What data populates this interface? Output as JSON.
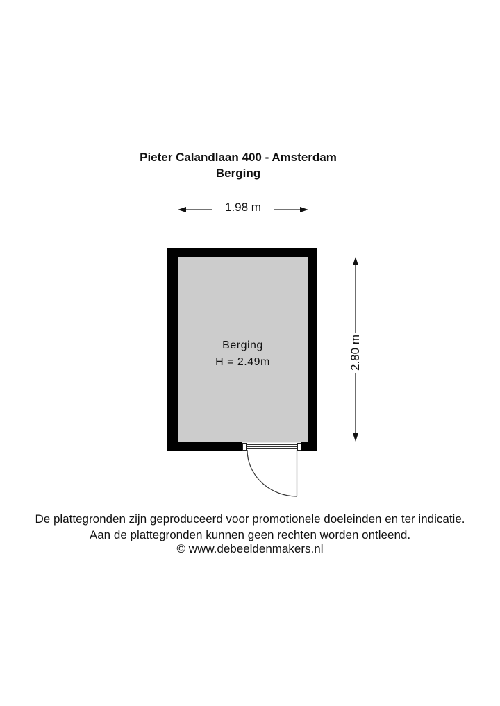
{
  "header": {
    "address": "Pieter Calandlaan 400 - Amsterdam",
    "floor_name": "Berging"
  },
  "dimensions": {
    "width": "1.98 m",
    "depth": "2.80 m"
  },
  "room": {
    "name": "Berging",
    "height": "H = 2.49m",
    "fill_color": "#cccccc",
    "wall_color": "#000000"
  },
  "disclaimer": {
    "line1": "De plattegronden zijn geproduceerd voor promotionele doeleinden en ter indicatie.",
    "line2": "Aan de plattegronden kunnen geen rechten worden ontleend.",
    "copyright": "© www.debeeldenmakers.nl"
  }
}
